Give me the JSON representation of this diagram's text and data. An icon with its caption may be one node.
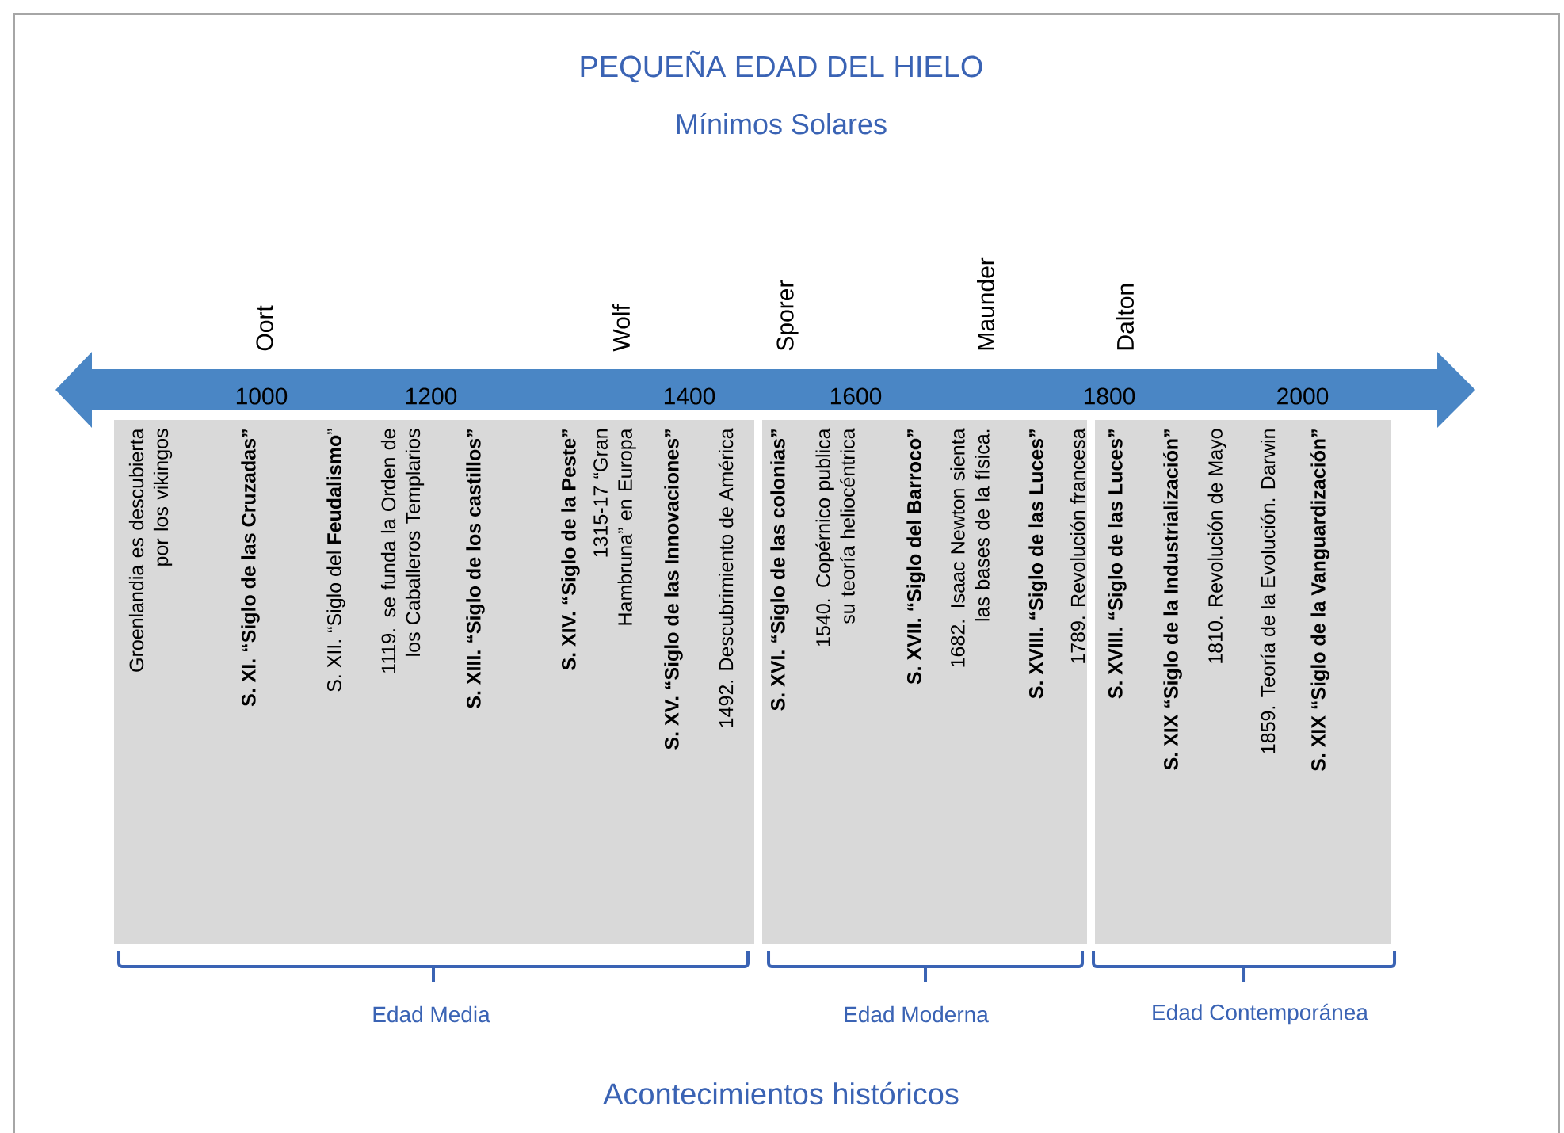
{
  "diagram": {
    "title": "PEQUEÑA EDAD DEL HIELO",
    "caption": "Acontecimientos históricos",
    "nodes": [
      {
        "text": [
          "Groenlandia es descubierta por los vikingos",
          "S. XI. “Siglo de las Cruzadas”",
          "S. XII. “Siglo del **Feudalismo**”",
          "1119. se funda la Orden de los Caballeros Templarios",
          "S. XIII. “Siglo de los castillos”",
          "S. XIV. “Siglo de la Peste”",
          "1315-17 “Gran Hambruna” en Europa",
          "S. XV. “Siglo de las  Innovaciones”",
          "1492. Descubrimiento de América"
        ]
      },
      {
        "text": [
          "S. XVI. “Siglo de las colonias”",
          "1540. Copérnico publica su teoría heliocéntrica",
          "S. XVII. “Siglo del Barroco”",
          "1682. Isaac Newton sienta las bases de la física.",
          "S. XVIII. “Siglo de las Luces”",
          "1789. Revolución francesa"
        ]
      },
      {
        "text": [
          "S. XVIII. “Siglo de las Luces”",
          "S. XIX “Siglo de la Industrialización”",
          "1810. Revolución de Mayo",
          "1859. Teoría de la Evolución. Darwin",
          "S. XIX “Siglo de la Vanguardización”"
        ]
      }
    ],
    "edges": [],
    "labels": [
      "Mínimos Solares",
      "Oort",
      "Wolf",
      "Sporer",
      "Maunder",
      "Dalton",
      "1000",
      "1200",
      "1400",
      "1600",
      "1800",
      "2000",
      "Edad Media",
      "Edad Moderna",
      "Edad Contemporánea"
    ]
  }
}
